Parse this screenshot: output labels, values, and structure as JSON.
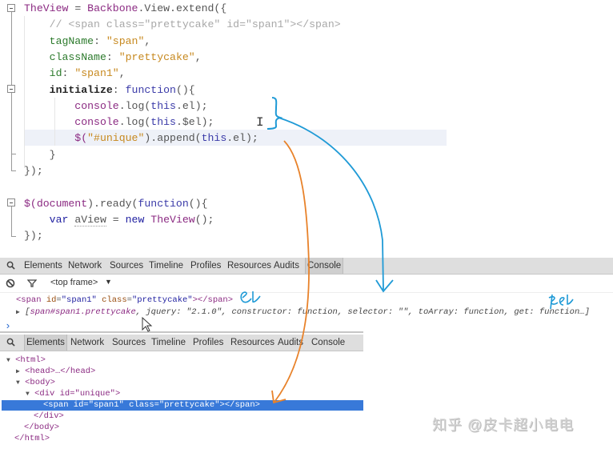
{
  "editor": {
    "lines": [
      {
        "parts": [
          {
            "t": "TheView",
            "c": "purple"
          },
          {
            "t": " = ",
            "c": "plain"
          },
          {
            "t": "Backbone",
            "c": "purple"
          },
          {
            "t": ".View.extend({",
            "c": "plain"
          }
        ]
      },
      {
        "parts": [
          {
            "t": "    // <span class=\"prettycake\" id=\"span1\"></span>",
            "c": "cmt"
          }
        ]
      },
      {
        "parts": [
          {
            "t": "    tagName",
            "c": "prop"
          },
          {
            "t": ": ",
            "c": "plain"
          },
          {
            "t": "\"span\"",
            "c": "str"
          },
          {
            "t": ",",
            "c": "plain"
          }
        ]
      },
      {
        "parts": [
          {
            "t": "    className",
            "c": "prop"
          },
          {
            "t": ": ",
            "c": "plain"
          },
          {
            "t": "\"prettycake\"",
            "c": "str"
          },
          {
            "t": ",",
            "c": "plain"
          }
        ]
      },
      {
        "parts": [
          {
            "t": "    id",
            "c": "prop"
          },
          {
            "t": ": ",
            "c": "plain"
          },
          {
            "t": "\"span1\"",
            "c": "str"
          },
          {
            "t": ",",
            "c": "plain"
          }
        ]
      },
      {
        "parts": [
          {
            "t": "    initialize",
            "c": "bold"
          },
          {
            "t": ": ",
            "c": "plain"
          },
          {
            "t": "function",
            "c": "blue"
          },
          {
            "t": "(){",
            "c": "plain"
          }
        ]
      },
      {
        "parts": [
          {
            "t": "        console",
            "c": "purple"
          },
          {
            "t": ".log(",
            "c": "plain"
          },
          {
            "t": "this",
            "c": "blue"
          },
          {
            "t": ".el);",
            "c": "plain"
          }
        ]
      },
      {
        "parts": [
          {
            "t": "        console",
            "c": "purple"
          },
          {
            "t": ".log(",
            "c": "plain"
          },
          {
            "t": "this",
            "c": "blue"
          },
          {
            "t": ".$el);",
            "c": "plain"
          }
        ]
      },
      {
        "parts": [
          {
            "t": "        $(",
            "c": "purple"
          },
          {
            "t": "\"#unique\"",
            "c": "str"
          },
          {
            "t": ").append(",
            "c": "plain"
          },
          {
            "t": "this",
            "c": "blue"
          },
          {
            "t": ".el);",
            "c": "plain"
          }
        ]
      },
      {
        "parts": [
          {
            "t": "    }",
            "c": "plain"
          }
        ]
      },
      {
        "parts": [
          {
            "t": "});",
            "c": "plain"
          }
        ]
      },
      {
        "parts": [
          {
            "t": "",
            "c": "plain"
          }
        ]
      },
      {
        "parts": [
          {
            "t": "$(",
            "c": "purple"
          },
          {
            "t": "document",
            "c": "purple"
          },
          {
            "t": ").ready(",
            "c": "plain"
          },
          {
            "t": "function",
            "c": "blue"
          },
          {
            "t": "(){",
            "c": "plain"
          }
        ]
      },
      {
        "parts": [
          {
            "t": "    var ",
            "c": "kw"
          },
          {
            "t": "aView",
            "c": "plain"
          },
          {
            "t": " = ",
            "c": "plain"
          },
          {
            "t": "new ",
            "c": "kw"
          },
          {
            "t": "TheView",
            "c": "purple"
          },
          {
            "t": "();",
            "c": "plain"
          }
        ]
      },
      {
        "parts": [
          {
            "t": "});",
            "c": "plain"
          }
        ]
      }
    ],
    "cursor_glyph": "I"
  },
  "devtools_console": {
    "tabs": [
      "Elements",
      "Network",
      "Sources",
      "Timeline",
      "Profiles",
      "Resources",
      "Audits",
      "Console"
    ],
    "active_tab": "Console",
    "frame_select": "<top frame>",
    "frame_arrow": "▼",
    "output": {
      "line1": {
        "open": "<span ",
        "a1": "id",
        "v1": "\"span1\"",
        "a2": "class",
        "v2": "\"prettycake\"",
        "close": "></span>"
      },
      "line2_prefix": "[",
      "line2_obj": "span#span1.prettycake",
      "line2_rest": ", jquery: \"2.1.0\", constructor: function, selector: \"\", toArray: function, get: function…]",
      "expand_arrow": "▶",
      "prompt": "›"
    },
    "annotations": {
      "el": "el",
      "sel": "$el"
    }
  },
  "devtools_elements": {
    "tabs": [
      "Elements",
      "Network",
      "Sources",
      "Timeline",
      "Profiles",
      "Resources",
      "Audits",
      "Console"
    ],
    "active_tab": "Elements",
    "tree": [
      {
        "indent": 0,
        "toggle": "▼",
        "text": "<html>"
      },
      {
        "indent": 1,
        "toggle": "▶",
        "text": "<head>…</head>"
      },
      {
        "indent": 1,
        "toggle": "▼",
        "text": "<body>"
      },
      {
        "indent": 2,
        "toggle": "▼",
        "text": "<div id=\"unique\">"
      },
      {
        "indent": 3,
        "toggle": "",
        "text": "<span id=\"span1\" class=\"prettycake\"></span>",
        "selected": true
      },
      {
        "indent": 2,
        "toggle": "",
        "text": "</div>"
      },
      {
        "indent": 1,
        "toggle": "",
        "text": "</body>"
      },
      {
        "indent": 0,
        "toggle": "",
        "text": "</html>"
      }
    ]
  },
  "watermark": "知乎 @皮卡超小电电",
  "colors": {
    "arrow_blue": "#1f9ad6",
    "arrow_orange": "#e8822a",
    "selection": "#3879d9"
  }
}
